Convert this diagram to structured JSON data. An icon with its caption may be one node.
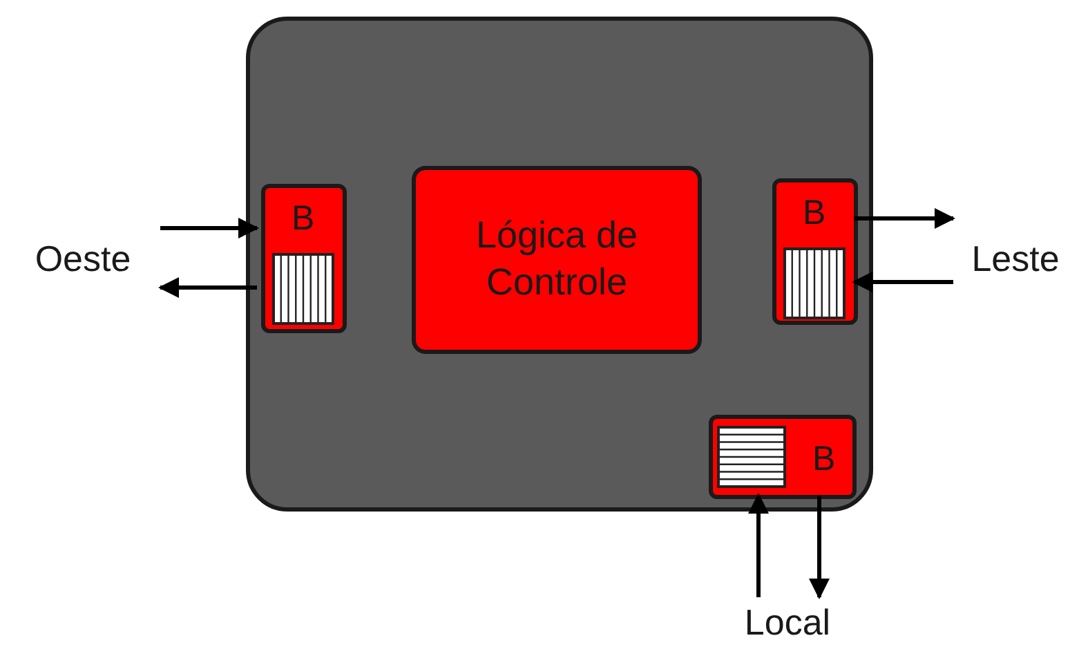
{
  "diagram": {
    "nodes": [
      {
        "text": [],
        "shape": "box"
      },
      {
        "text": [
          "B"
        ],
        "in": 0
      },
      {
        "text": [
          "Lógica de Controle"
        ],
        "in": 0
      },
      {
        "text": [
          "B"
        ],
        "in": 0
      },
      {
        "text": [
          "B"
        ],
        "in": 0
      },
      {
        "text": [
          "Oeste"
        ]
      },
      {
        "text": [
          "Leste"
        ]
      },
      {
        "text": [
          "Local"
        ]
      }
    ],
    "edges": [
      {
        "from": 5,
        "to": 1,
        "arrow": "to"
      },
      {
        "from": 1,
        "to": 5,
        "arrow": "to"
      },
      {
        "from": 3,
        "to": 6,
        "arrow": "to"
      },
      {
        "from": 6,
        "to": 3,
        "arrow": "to"
      },
      {
        "from": 7,
        "to": 4,
        "arrow": "to"
      },
      {
        "from": 4,
        "to": 7,
        "arrow": "to"
      }
    ]
  }
}
